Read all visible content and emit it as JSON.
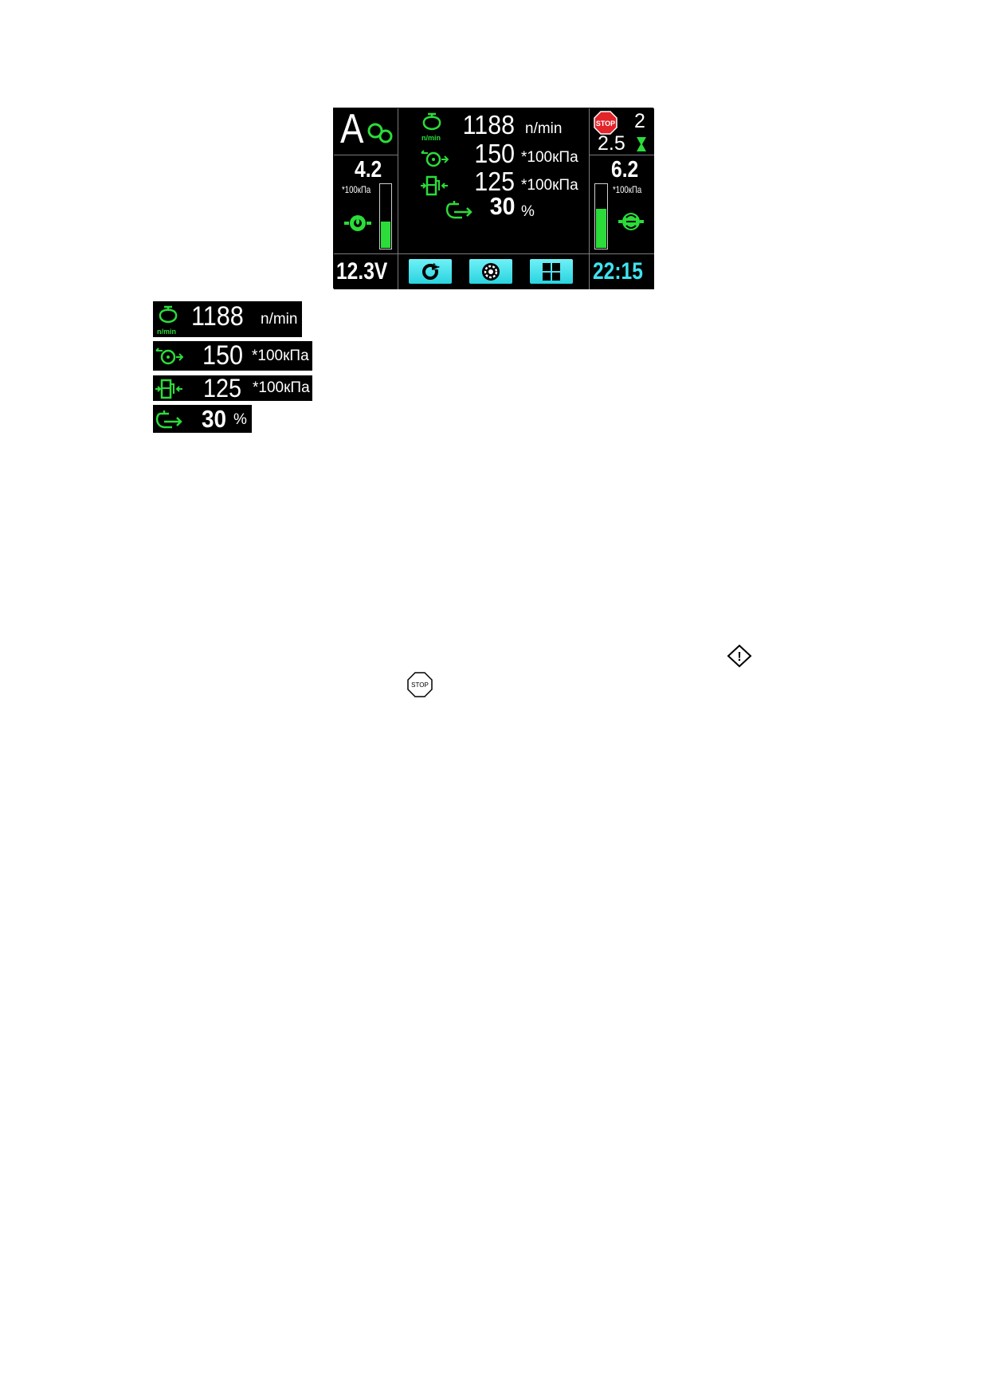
{
  "display": {
    "mode_letter": "A",
    "oil_pressure": {
      "value": "4.2",
      "unit": "*100кПа",
      "level": 0.42
    },
    "engine_speed": {
      "value": "1188",
      "unit": "n/min",
      "icon_label": "n/min"
    },
    "boost_pressure": {
      "value": "150",
      "unit": "*100кПа"
    },
    "fuel_pressure": {
      "value": "125",
      "unit": "*100кПа"
    },
    "load": {
      "value": "30",
      "unit": "%"
    },
    "stop_status": {
      "label": "STOP",
      "count": "2",
      "timer": "2.5"
    },
    "right_pressure": {
      "value": "6.2",
      "unit": "*100кПа",
      "level": 0.62
    },
    "voltage": "12.3V",
    "clock": "22:15",
    "softkeys": [
      "refresh-icon",
      "settings-gear-icon",
      "grid-menu-icon"
    ]
  },
  "detail_strips": [
    {
      "value": "1188",
      "unit": "n/min",
      "icon_label": "n/min"
    },
    {
      "value": "150",
      "unit": "*100кПа"
    },
    {
      "value": "125",
      "unit": "*100кПа"
    },
    {
      "value": "30",
      "unit": "%"
    }
  ],
  "symbols": {
    "warning": "!",
    "stop": "STOP"
  },
  "colors": {
    "accent_green": "#2bdc3a",
    "clock_cyan": "#3fe3f0",
    "stop_red": "#e2242b"
  }
}
